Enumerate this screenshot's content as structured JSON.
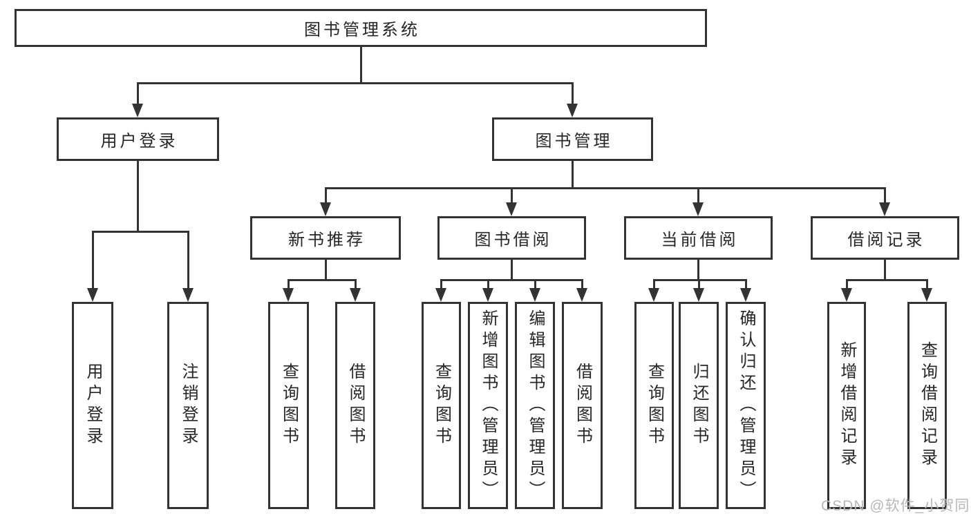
{
  "diagram_title": "图书管理系统",
  "watermark": "CSDN @软件_小贺同学",
  "colors": {
    "line": "#333333",
    "box_border": "#333333",
    "box_bg": "#ffffff",
    "text": "#262626",
    "watermark": "#b7b7bb"
  },
  "tree": {
    "label": "图书管理系统",
    "children": [
      {
        "label": "用户登录",
        "children": [
          {
            "label": "用户登录"
          },
          {
            "label": "注销登录"
          }
        ]
      },
      {
        "label": "图书管理",
        "children": [
          {
            "label": "新书推荐",
            "children": [
              {
                "label": "查询图书"
              },
              {
                "label": "借阅图书"
              }
            ]
          },
          {
            "label": "图书借阅",
            "children": [
              {
                "label": "查询图书"
              },
              {
                "label": "新增图书（管理员）"
              },
              {
                "label": "编辑图书（管理员）"
              },
              {
                "label": "借阅图书"
              }
            ]
          },
          {
            "label": "当前借阅",
            "children": [
              {
                "label": "查询图书"
              },
              {
                "label": "归还图书"
              },
              {
                "label": "确认归还（管理员）"
              }
            ]
          },
          {
            "label": "借阅记录",
            "children": [
              {
                "label": "新增借阅记录"
              },
              {
                "label": "查询借阅记录"
              }
            ]
          }
        ]
      }
    ]
  }
}
